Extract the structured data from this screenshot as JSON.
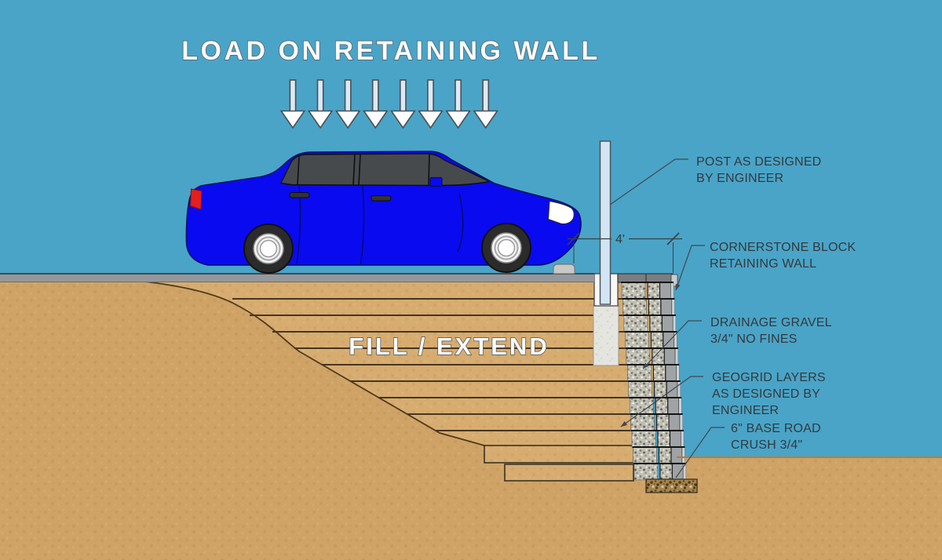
{
  "diagram": {
    "title": "LOAD ON RETAINING WALL",
    "fill_label": "FILL / EXTEND",
    "dimension": {
      "value": "4'"
    },
    "annotations": {
      "post": [
        "POST AS DESIGNED",
        "BY ENGINEER"
      ],
      "cornerstone": [
        "CORNERSTONE BLOCK",
        "RETAINING WALL"
      ],
      "drainage": [
        "DRAINAGE GRAVEL",
        "3/4\" NO FINES"
      ],
      "geogrid": [
        "GEOGRID LAYERS",
        "AS DESIGNED BY",
        "ENGINEER"
      ],
      "base": [
        "6\" BASE ROAD",
        "CRUSH 3/4\""
      ]
    },
    "load_arrow_count": 8,
    "wall_course_count": 12,
    "geogrid_layer_count": 9
  },
  "palette": {
    "sky": "#49a4c8",
    "native_soil": "#cfa265",
    "fill_soil": "#d7ac70",
    "road": "#94989c",
    "car_body": "#0a0af0",
    "car_glass": "#474a4d",
    "taillight": "#e31f1f",
    "block_face": "#9fa3a6",
    "wall_cap": "#7a7e82",
    "gravel_base": "#c2c0b5",
    "crush_base": "#a5854f",
    "concrete_footing": "#e5e5e0",
    "post": "#d3e5f4",
    "annotation_text": "#35393b"
  }
}
